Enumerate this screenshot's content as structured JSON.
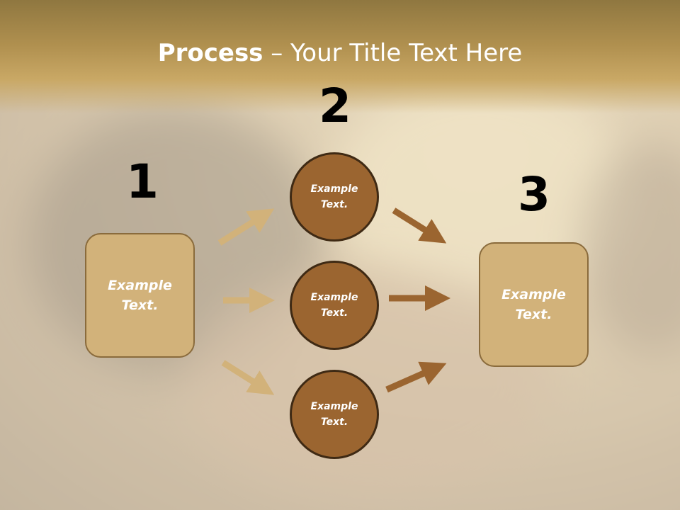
{
  "slide": {
    "title_bold": "Process",
    "title_rest": " – Your Title Text Here",
    "numbers": [
      "1",
      "2",
      "3"
    ],
    "left_box": "Example Text.",
    "right_box": "Example Text.",
    "circles": [
      "Example Text.",
      "Example Text.",
      "Example Text."
    ]
  },
  "colors": {
    "box_fill": "#d2b27a",
    "circle_fill": "#9b6530",
    "arrow_light": "#d2b27a",
    "arrow_dark": "#9b6530",
    "title_band": "#b0904f"
  }
}
